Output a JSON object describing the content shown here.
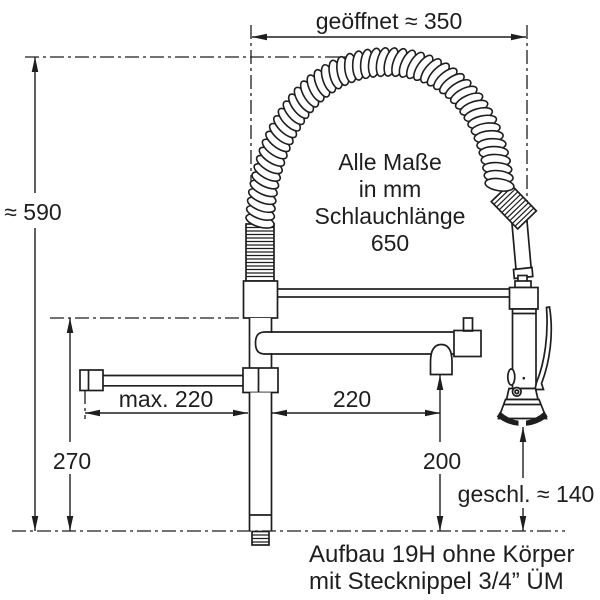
{
  "diagram": {
    "background": "#ffffff",
    "line_color": "#1e1e1e",
    "note": {
      "line1": "Alle Maße",
      "line2": "in mm",
      "line3": "Schlauchlänge",
      "line4": "650"
    },
    "dimensions": {
      "opened_width": "geöffnet ≈ 350",
      "total_height": "≈ 590",
      "side_arm_reach": "max. 220",
      "spout_reach": "220",
      "side_arm_height": "270",
      "outlet_height": "200",
      "closed_height": "geschl. ≈ 140"
    },
    "footer": {
      "line1": "Aufbau 19H ohne Körper",
      "line2": "mit Stecknippel 3/4” ÜM"
    }
  }
}
